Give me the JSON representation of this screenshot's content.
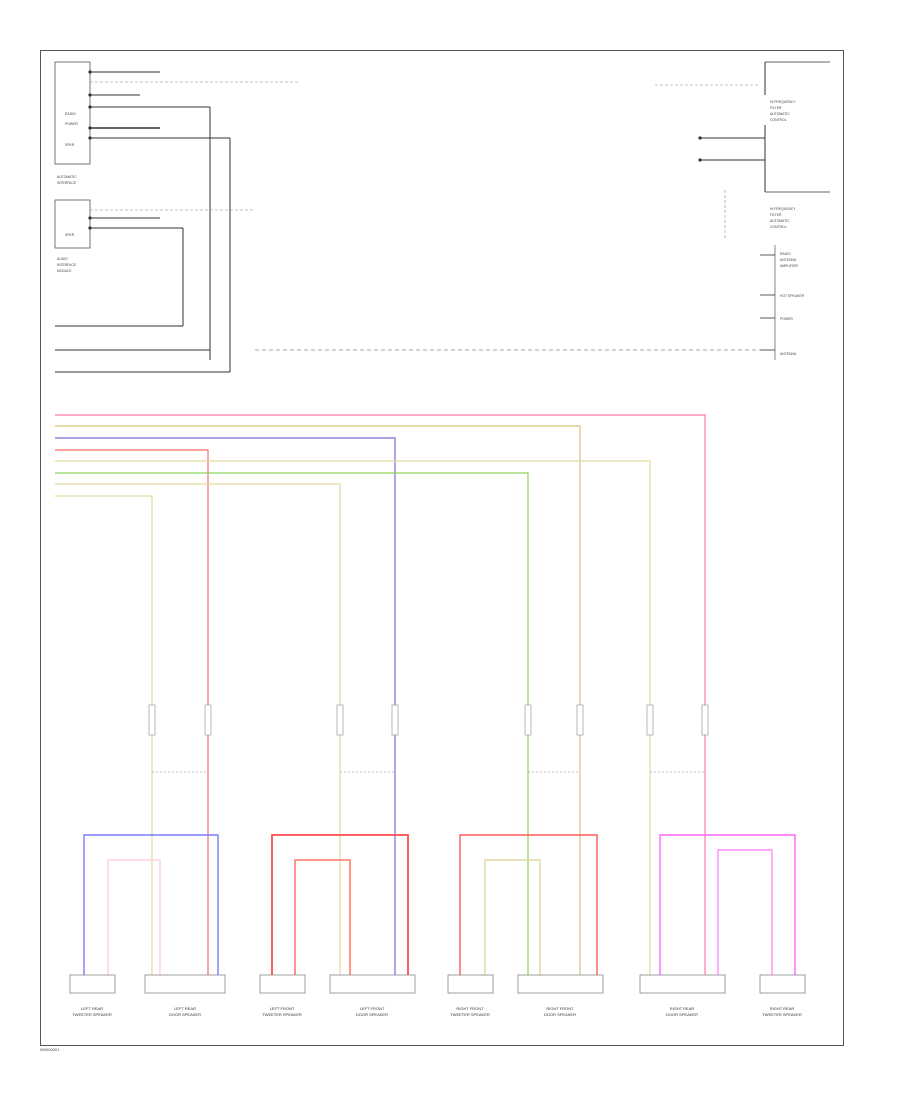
{
  "modules": {
    "radio_top": {
      "pins": [
        "RADIO",
        "POWER",
        "SPKR"
      ]
    },
    "radio_second": {
      "pins": [
        "SPKR"
      ]
    },
    "left_stack": {
      "labels": [
        "AUTOMATIC",
        "INTERFACE",
        "AUDIO",
        "INTERFACE",
        "MODULE"
      ]
    },
    "right_top": {
      "labels": [
        "HI FREQUENCY",
        "FILTER",
        "AUTOMATIC",
        "CONTROL"
      ]
    },
    "right_mid": {
      "labels": [
        "HI FREQUENCY",
        "FILTER",
        "AUTOMATIC",
        "CONTROL"
      ]
    },
    "right_side": {
      "labels": [
        "RADIO",
        "ANTENNA",
        "AMPLIFIER",
        "HOT SPEAKER",
        "POWER",
        "ANTENNA"
      ]
    }
  },
  "wires": {
    "colors": {
      "pink": "#ff7aa8",
      "tan": "#d6c27a",
      "violet": "#7a6ad6",
      "red": "#ff5a5a",
      "yellow_tan": "#e2d9a0",
      "green": "#8bd45a",
      "blue": "#7a7aff",
      "magenta": "#ff66ff",
      "salmon": "#ff8a7a",
      "black": "#333333",
      "dashed": "#888888"
    }
  },
  "speakers": [
    {
      "id": "lr-tweeter",
      "label_1": "LEFT REAR",
      "label_2": "TWEETER SPEAKER"
    },
    {
      "id": "lr-speaker",
      "label_1": "LEFT REAR",
      "label_2": "DOOR SPEAKER"
    },
    {
      "id": "lf-tweeter",
      "label_1": "LEFT FRONT",
      "label_2": "TWEETER SPEAKER"
    },
    {
      "id": "lf-speaker",
      "label_1": "LEFT FRONT",
      "label_2": "DOOR SPEAKER"
    },
    {
      "id": "rf-tweeter",
      "label_1": "RIGHT FRONT",
      "label_2": "TWEETER SPEAKER"
    },
    {
      "id": "rf-speaker",
      "label_1": "RIGHT FRONT",
      "label_2": "DOOR SPEAKER"
    },
    {
      "id": "rr-speaker",
      "label_1": "RIGHT REAR",
      "label_2": "DOOR SPEAKER"
    },
    {
      "id": "rr-tweeter",
      "label_1": "RIGHT REAR",
      "label_2": "TWEETER SPEAKER"
    }
  ],
  "footer": {
    "code": "W0000001"
  }
}
